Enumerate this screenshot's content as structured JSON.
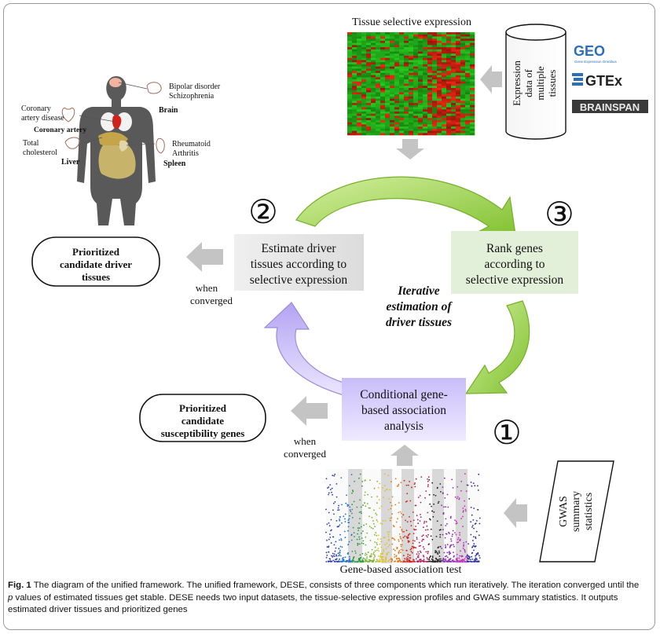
{
  "heatmap_title": "Tissue selective expression",
  "cylinder_label": [
    "Expression",
    "data of",
    "multiple",
    "tissues"
  ],
  "logos": {
    "geo": "GEO",
    "geo_sub": "Gene Expression Omnibus",
    "gtex": "GTEx",
    "brainspan": "BRAINSPAN"
  },
  "body_labels": {
    "bipolar": "Bipolar disorder",
    "schizo": "Schizophrenia",
    "brain": "Brain",
    "coronary1": "Coronary",
    "coronary2": "artery disease",
    "coronary_artery": "Coronary artery",
    "total1": "Total",
    "total2": "cholesterol",
    "liver": "Liver",
    "rheum1": "Rheumatoid",
    "rheum2": "Arthritis",
    "spleen": "Spleen"
  },
  "steps": {
    "estimate": [
      "Estimate driver",
      "tissues according to",
      "selective expression"
    ],
    "rank": [
      "Rank genes",
      "according to",
      "selective expression"
    ],
    "conditional": [
      "Conditional gene-",
      "based association",
      "analysis"
    ]
  },
  "step_numbers": {
    "one": "①",
    "two": "②",
    "three": "③"
  },
  "center_label": [
    "Iterative",
    "estimation of",
    "driver tissues"
  ],
  "outputs": {
    "tissues": [
      "Prioritized",
      "candidate driver",
      "tissues"
    ],
    "genes": [
      "Prioritized",
      "candidate",
      "susceptibility genes"
    ]
  },
  "when_converged": [
    "when",
    "converged"
  ],
  "manhattan_title": "Gene-based association test",
  "gwas_label": [
    "GWAS",
    "summary",
    "statistics"
  ],
  "caption": {
    "fig": "Fig. 1",
    "text_a": " The diagram of the unified framework. The unified framework, DESE, consists of three components which run iteratively. The iteration converged until the ",
    "p": "p",
    "text_b": " values of estimated tissues get stable. DESE needs two input datasets, the tissue-selective expression profiles and GWAS summary statistics. It outputs estimated driver tissues and prioritized genes"
  },
  "colors": {
    "estimate_box": "#e6e6e6",
    "rank_box": "#e2f0d9",
    "conditional_box": "#d6cdfb",
    "green_arrow": "#9bd34a",
    "purple_arrow": "#c2b5f5",
    "gray_arrow": "#c4c4c4"
  }
}
